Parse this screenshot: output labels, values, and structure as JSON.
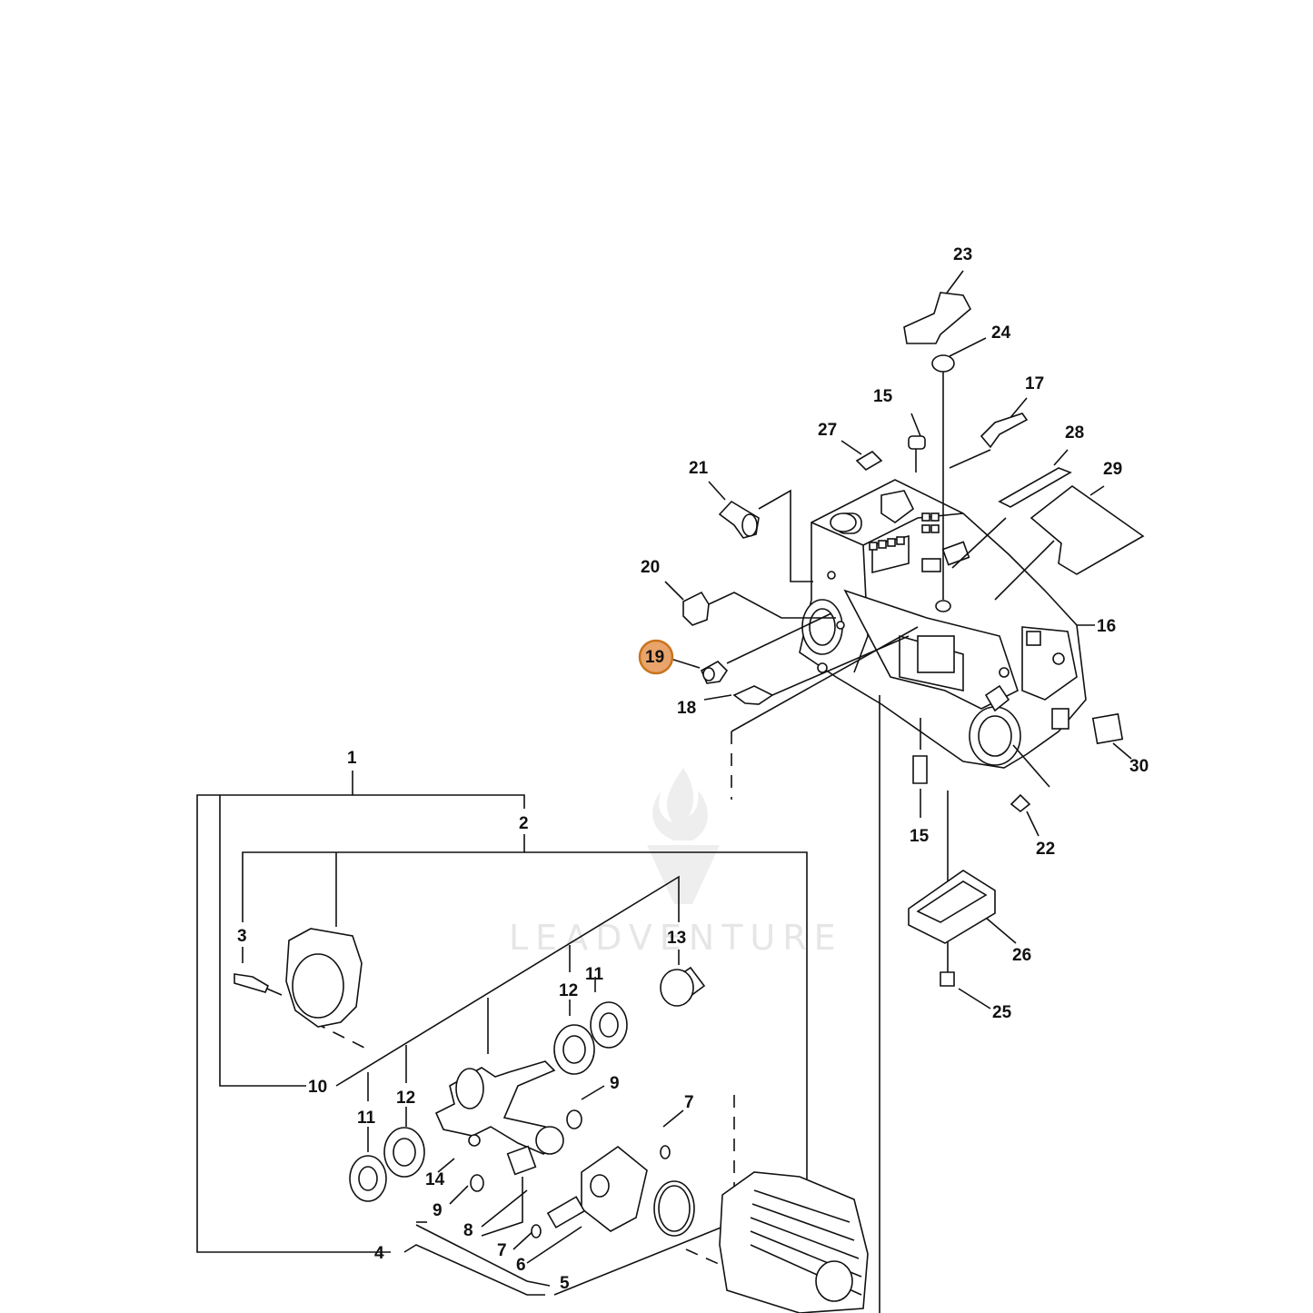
{
  "diagram": {
    "highlight_color": "#e8a46a",
    "highlight_border": "#c8741e",
    "highlighted_callout": "19",
    "watermark": {
      "text": "LEADVENTURE",
      "icon": "flame-logo-icon"
    },
    "callouts": {
      "c1": "1",
      "c2": "2",
      "c3": "3",
      "c4": "4",
      "c5": "5",
      "c6": "6",
      "c7a": "7",
      "c7b": "7",
      "c8": "8",
      "c9a": "9",
      "c9b": "9",
      "c10": "10",
      "c11a": "11",
      "c11b": "11",
      "c12a": "12",
      "c12b": "12",
      "c13": "13",
      "c14": "14",
      "c15a": "15",
      "c15b": "15",
      "c16": "16",
      "c17": "17",
      "c18": "18",
      "c19": "19",
      "c20": "20",
      "c21": "21",
      "c22": "22",
      "c23": "23",
      "c24": "24",
      "c25": "25",
      "c26": "26",
      "c27": "27",
      "c28": "28",
      "c29": "29",
      "c30": "30"
    }
  }
}
